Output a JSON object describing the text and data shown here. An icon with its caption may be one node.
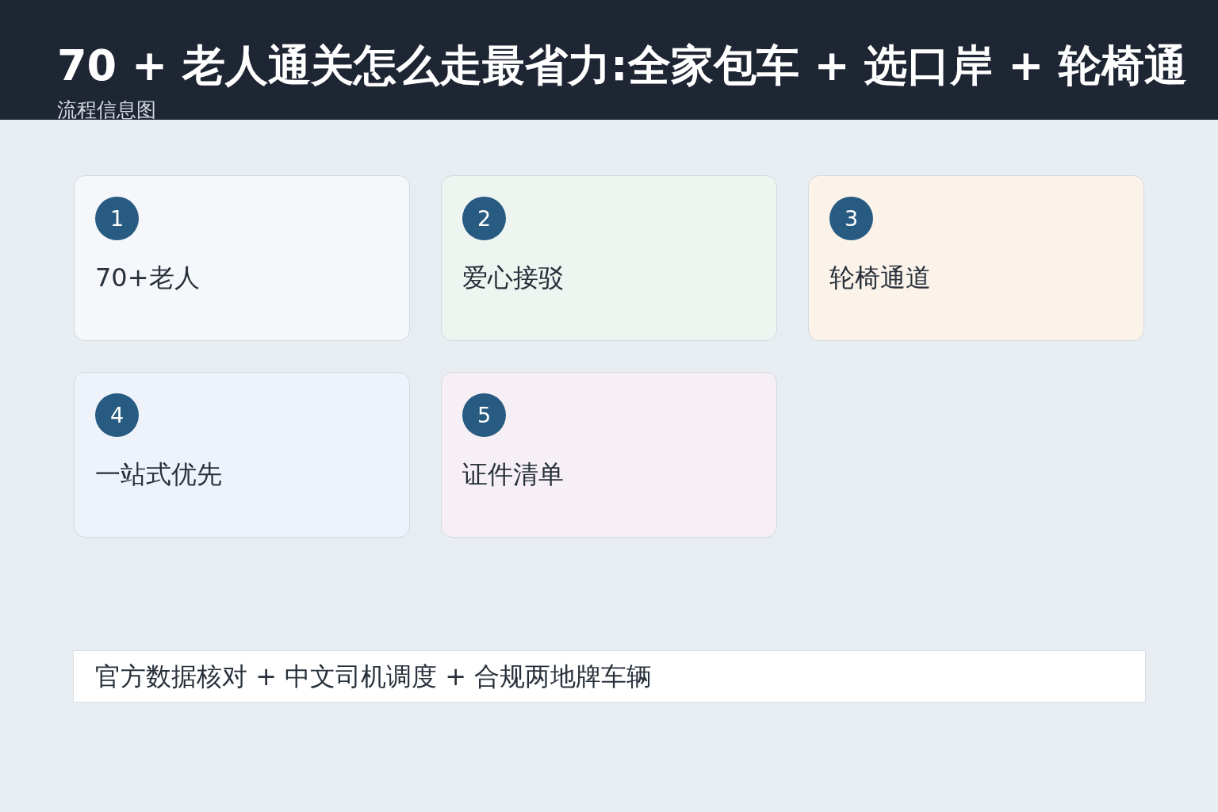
{
  "diagram": {
    "title": "70 + 老人通关怎么走最省力:全家包车 + 选口岸 + 轮椅通",
    "nodes": [
      {
        "text": [
          "70+老人"
        ]
      },
      {
        "text": [
          "1"
        ],
        "in": 0
      },
      {
        "text": [
          "爱心接驳"
        ]
      },
      {
        "text": [
          "2"
        ],
        "in": 2
      },
      {
        "text": [
          "轮椅通道"
        ]
      },
      {
        "text": [
          "3"
        ],
        "in": 4
      },
      {
        "text": [
          "一站式优先"
        ]
      },
      {
        "text": [
          "4"
        ],
        "in": 6
      },
      {
        "text": [
          "证件清单"
        ]
      },
      {
        "text": [
          "5"
        ],
        "in": 8
      },
      {
        "text": [
          "官方数据核对 + 中文司机调度 + 合规两地牌车辆"
        ]
      }
    ],
    "labels": [
      "流程信息图"
    ]
  }
}
